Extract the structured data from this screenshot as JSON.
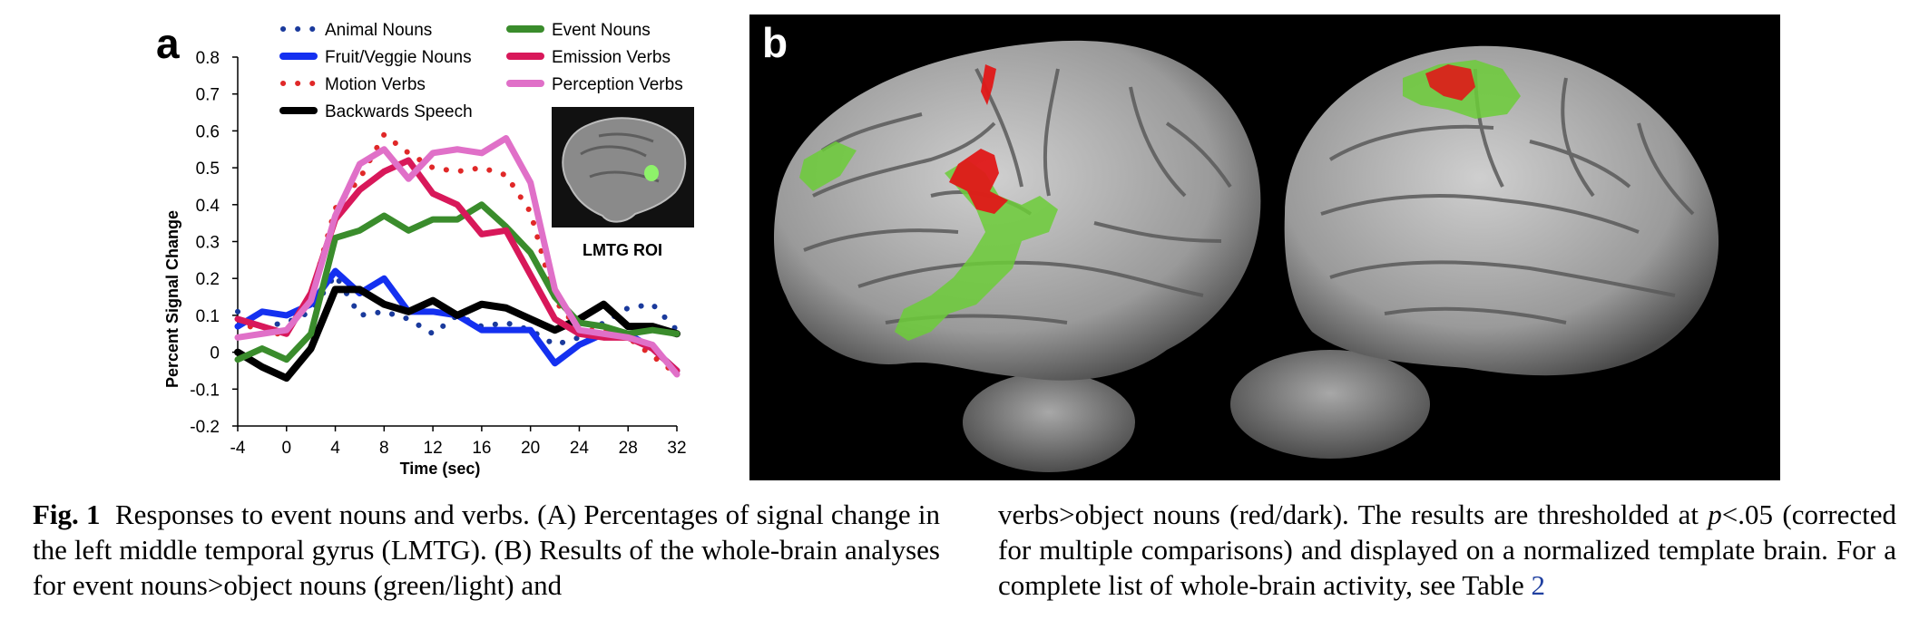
{
  "panel_a": {
    "letter": "a",
    "inset_label": "LMTG ROI"
  },
  "panel_b": {
    "letter": "b"
  },
  "chart_data": {
    "type": "line",
    "title": "",
    "xlabel": "Time (sec)",
    "ylabel": "Percent Signal Change",
    "xlim": [
      -4,
      32
    ],
    "ylim": [
      -0.2,
      0.8
    ],
    "x_ticks": [
      "-4",
      "0",
      "4",
      "8",
      "12",
      "16",
      "20",
      "24",
      "28",
      "32"
    ],
    "y_ticks": [
      "0.8",
      "0.7",
      "0.6",
      "0.5",
      "0.4",
      "0.3",
      "0.2",
      "0.1",
      "0",
      "-0.1",
      "-0.2"
    ],
    "grid": false,
    "legend_position": "top",
    "x": [
      -4,
      -2,
      0,
      2,
      4,
      6,
      8,
      10,
      12,
      14,
      16,
      18,
      20,
      22,
      24,
      26,
      28,
      30,
      32
    ],
    "series": [
      {
        "name": "Animal Nouns",
        "color": "#1a3a9c",
        "style": "dotted",
        "values": [
          0.11,
          0.07,
          0.08,
          0.11,
          0.21,
          0.1,
          0.11,
          0.09,
          0.05,
          0.1,
          0.07,
          0.08,
          0.06,
          0.02,
          0.04,
          0.08,
          0.12,
          0.13,
          0.06
        ]
      },
      {
        "name": "Fruit/Veggie Nouns",
        "color": "#1430f0",
        "style": "solid",
        "values": [
          0.07,
          0.11,
          0.1,
          0.13,
          0.22,
          0.16,
          0.2,
          0.11,
          0.11,
          0.1,
          0.06,
          0.06,
          0.06,
          -0.03,
          0.02,
          0.05,
          0.05,
          0.01,
          -0.05
        ]
      },
      {
        "name": "Motion Verbs",
        "color": "#e02828",
        "style": "dotted",
        "values": [
          0.09,
          0.05,
          0.05,
          0.15,
          0.39,
          0.47,
          0.59,
          0.54,
          0.5,
          0.49,
          0.5,
          0.48,
          0.38,
          0.14,
          0.06,
          0.06,
          0.04,
          -0.01,
          -0.06
        ]
      },
      {
        "name": "Backwards Speech",
        "color": "#000000",
        "style": "solid",
        "values": [
          0.0,
          -0.04,
          -0.07,
          0.01,
          0.17,
          0.17,
          0.13,
          0.11,
          0.14,
          0.1,
          0.13,
          0.12,
          0.09,
          0.06,
          0.09,
          0.13,
          0.07,
          0.07,
          0.05
        ]
      },
      {
        "name": "Event Nouns",
        "color": "#3a8c2c",
        "style": "solid",
        "values": [
          -0.02,
          0.01,
          -0.02,
          0.05,
          0.31,
          0.33,
          0.37,
          0.33,
          0.36,
          0.36,
          0.4,
          0.34,
          0.27,
          0.15,
          0.08,
          0.07,
          0.05,
          0.06,
          0.05
        ]
      },
      {
        "name": "Emission Verbs",
        "color": "#d8185a",
        "style": "solid",
        "values": [
          0.09,
          0.07,
          0.05,
          0.16,
          0.36,
          0.44,
          0.49,
          0.52,
          0.43,
          0.4,
          0.32,
          0.33,
          0.21,
          0.09,
          0.05,
          0.04,
          0.04,
          0.01,
          -0.05
        ]
      },
      {
        "name": "Perception Verbs",
        "color": "#e070c8",
        "style": "solid",
        "values": [
          0.04,
          0.05,
          0.06,
          0.14,
          0.37,
          0.51,
          0.55,
          0.47,
          0.54,
          0.55,
          0.54,
          0.58,
          0.46,
          0.17,
          0.06,
          0.05,
          0.04,
          0.02,
          -0.06
        ]
      }
    ]
  },
  "caption": {
    "fig_label": "Fig. 1",
    "left_text": "Responses to event nouns and verbs. (A) Percentages of signal change in the left middle temporal gyrus (LMTG). (B) Results of the whole-brain analyses for event nouns>object nouns (green/light) and",
    "right_text_1": "verbs>object nouns (red/dark). The results are thresholded at ",
    "p_symbol": "p",
    "right_text_2": "<.05 (corrected for multiple comparisons) and displayed on a normalized template brain. For a complete list of whole-brain activity, see Table ",
    "table_ref": "2"
  }
}
